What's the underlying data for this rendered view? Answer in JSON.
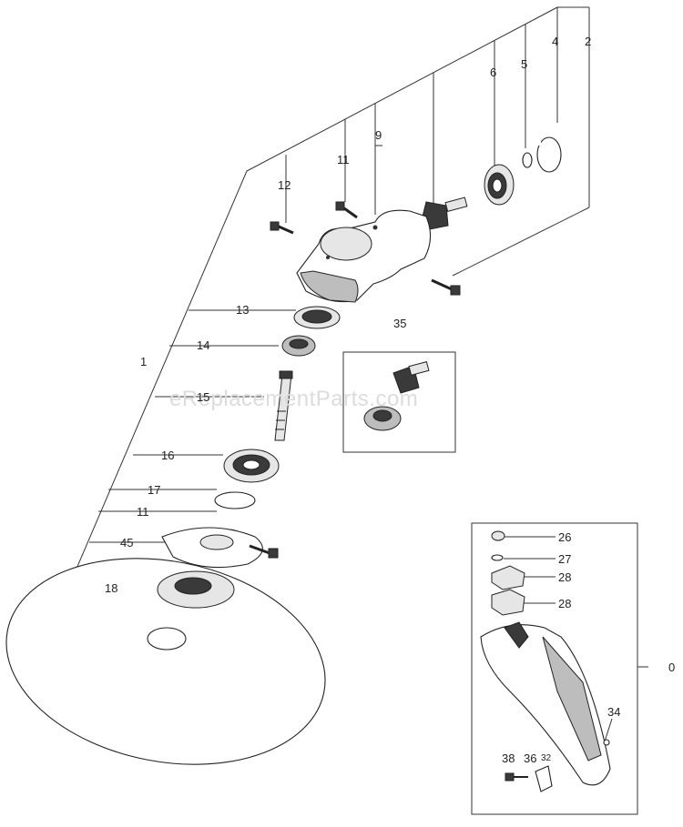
{
  "watermark": "eReplacementParts.com",
  "callouts": {
    "c1": "1",
    "c2": "2",
    "c4": "4",
    "c5": "5",
    "c6": "6",
    "c9": "9",
    "c11a": "11",
    "c12": "12",
    "c13": "13",
    "c14": "14",
    "c15": "15",
    "c16": "16",
    "c17": "17",
    "c11b": "11",
    "c45": "45",
    "c18": "18",
    "c35": "35",
    "c26": "26",
    "c27": "27",
    "c28a": "28",
    "c28b": "28",
    "c0": "0",
    "c34": "34",
    "c38": "38",
    "c36": "36",
    "c32": "32"
  }
}
